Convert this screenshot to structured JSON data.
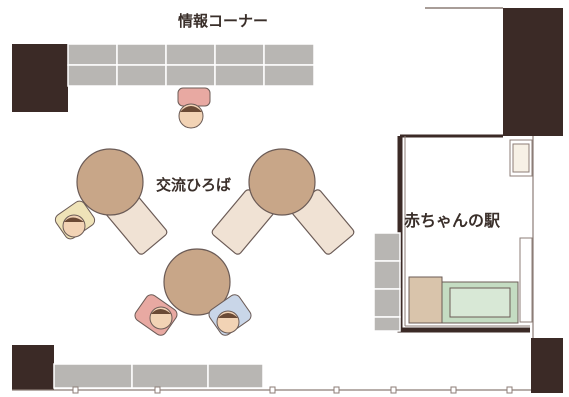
{
  "labels": {
    "info_corner": "情報コーナー",
    "exchange_plaza": "交流ひろば",
    "baby_station": "赤ちゃんの駅"
  },
  "colors": {
    "wall_dark": "#3b2a26",
    "shelf_gray": "#b8b6b3",
    "table_tan": "#c8a688",
    "bench_beige": "#f0e2d4",
    "sofa_green": "#c4dcc2",
    "cabinet_tan": "#d9c4ab",
    "wall_line": "#8c7d77"
  }
}
